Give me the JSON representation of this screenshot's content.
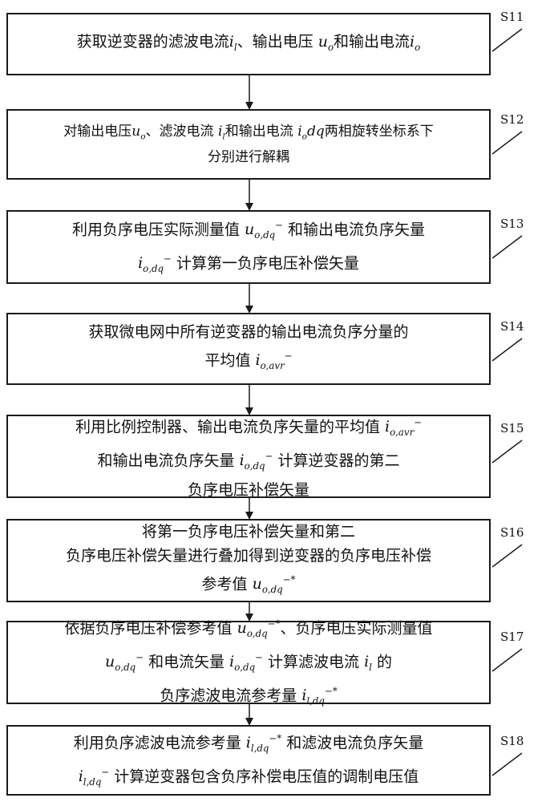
{
  "steps": [
    {
      "label": "S11",
      "lines": [
        [
          {
            "t": "获取逆变器的滤波电流"
          },
          {
            "sym": "i",
            "sub": "l"
          },
          {
            "t": "、输出电压 "
          },
          {
            "sym": "u",
            "sub": "o"
          },
          {
            "t": "和输出电流"
          },
          {
            "sym": "i",
            "sub": "o"
          }
        ]
      ]
    },
    {
      "label": "S12",
      "lines": [
        [
          {
            "t": "对输出电压"
          },
          {
            "sym": "u",
            "sub": "o"
          },
          {
            "t": "、滤波电流 "
          },
          {
            "sym": "i",
            "sub": "l"
          },
          {
            "t": "和输出电流 "
          },
          {
            "sym": "i",
            "sub": "o"
          },
          {
            "sym": "dq"
          },
          {
            "t": "两相旋转坐标系下"
          }
        ],
        [
          {
            "t": "分别进行解耦"
          }
        ]
      ]
    },
    {
      "label": "S13",
      "lines": [
        [
          {
            "t": "利用负序电压实际测量值 "
          },
          {
            "sym": "u",
            "sub": "o,dq",
            "sup": "−"
          },
          {
            "t": " 和输出电流负序矢量"
          }
        ],
        [
          {
            "sym": "i",
            "sub": "o,dq",
            "sup": "−"
          },
          {
            "t": " 计算第一负序电压补偿矢量"
          }
        ]
      ]
    },
    {
      "label": "S14",
      "lines": [
        [
          {
            "t": "获取微电网中所有逆变器的输出电流负序分量的"
          }
        ],
        [
          {
            "t": "平均值 "
          },
          {
            "sym": "i",
            "sub": "o,avr",
            "sup": "−"
          }
        ]
      ]
    },
    {
      "label": "S15",
      "lines": [
        [
          {
            "t": "利用比例控制器、输出电流负序矢量的平均值 "
          },
          {
            "sym": "i",
            "sub": "o,avr",
            "sup": "−"
          }
        ],
        [
          {
            "t": "和输出电流负序矢量 "
          },
          {
            "sym": "i",
            "sub": "o,dq",
            "sup": "−"
          },
          {
            "t": " 计算逆变器的第二"
          }
        ],
        [
          {
            "t": "负序电压补偿矢量"
          }
        ]
      ]
    },
    {
      "label": "S16",
      "lines": [
        [
          {
            "t": "将第一负序电压补偿矢量和第二"
          }
        ],
        [
          {
            "t": "负序电压补偿矢量进行叠加得到逆变器的负序电压补偿"
          }
        ],
        [
          {
            "t": "参考值 "
          },
          {
            "sym": "u",
            "sub": "o,dq",
            "sup": "−*"
          }
        ]
      ]
    },
    {
      "label": "S17",
      "lines": [
        [
          {
            "t": "依据负序电压补偿参考值 "
          },
          {
            "sym": "u",
            "sub": "o,dq",
            "sup": "−*"
          },
          {
            "t": "、负序电压实际测量值"
          }
        ],
        [
          {
            "sym": "u",
            "sub": "o,dq",
            "sup": "−"
          },
          {
            "t": " 和电流矢量 "
          },
          {
            "sym": "i",
            "sub": "o,dq",
            "sup": "−"
          },
          {
            "t": " 计算滤波电流 "
          },
          {
            "sym": "i",
            "sub": "l"
          },
          {
            "t": " 的"
          }
        ],
        [
          {
            "t": "负序滤波电流参考量 "
          },
          {
            "sym": "i",
            "sub": "l,dq",
            "sup": "−*"
          }
        ]
      ]
    },
    {
      "label": "S18",
      "lines": [
        [
          {
            "t": "利用负序滤波电流参考量 "
          },
          {
            "sym": "i",
            "sub": "l,dq",
            "sup": "−*"
          },
          {
            "t": " 和滤波电流负序矢量"
          }
        ],
        [
          {
            "sym": "i",
            "sub": "l,dq",
            "sup": "−"
          },
          {
            "t": " 计算逆变器包含负序补偿电压值的调制电压值"
          }
        ]
      ]
    }
  ]
}
